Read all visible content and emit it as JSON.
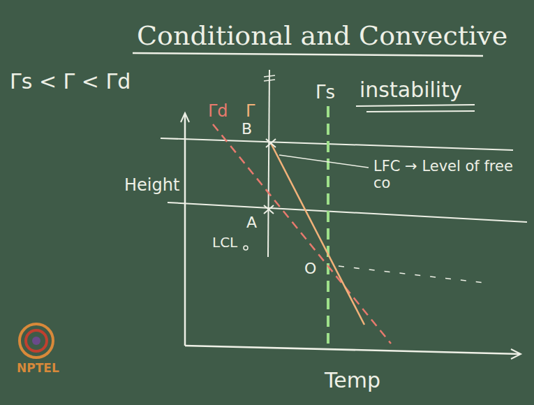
{
  "diagram": {
    "title": "Conditional and Convective",
    "labels": [
      "Γs < Γ < Γd",
      "instability",
      "Γd",
      "Γ",
      "Γs",
      "B",
      "A",
      "O",
      "LCL",
      "LFC → Level of free co",
      "Height",
      "Temp",
      "NPTEL"
    ]
  }
}
